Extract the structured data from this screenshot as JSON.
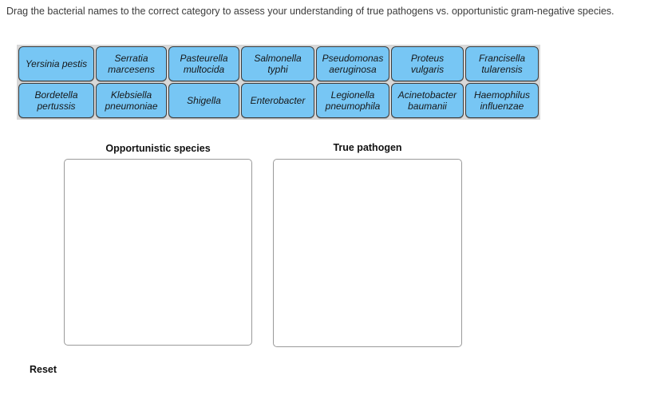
{
  "prompt": {
    "text": "Drag the bacterial names to the correct category to assess your understanding of true pathogens vs. opportunistic gram-negative species."
  },
  "tile_bank": {
    "rows": [
      {
        "tiles": [
          {
            "label": "Yersinia pestis"
          },
          {
            "label": "Serratia marcesens"
          },
          {
            "label": "Pasteurella multocida"
          },
          {
            "label": "Salmonella typhi"
          },
          {
            "label": "Pseudomonas aeruginosa"
          },
          {
            "label": "Proteus vulgaris"
          },
          {
            "label": "Francisella tularensis"
          }
        ]
      },
      {
        "tiles": [
          {
            "label": "Bordetella pertussis"
          },
          {
            "label": "Klebsiella pneumoniae"
          },
          {
            "label": "Shigella"
          },
          {
            "label": "Enterobacter"
          },
          {
            "label": "Legionella pneumophila"
          },
          {
            "label": "Acinetobacter baumanii"
          },
          {
            "label": "Haemophilus influenzae"
          }
        ]
      }
    ]
  },
  "categories": [
    {
      "heading": "Opportunistic species",
      "items": []
    },
    {
      "heading": "True pathogen",
      "items": []
    }
  ],
  "controls": {
    "reset_label": "Reset"
  },
  "colors": {
    "tile_fill": "#77c6f4",
    "tile_border": "#3d3d3d",
    "bank_background": "#d8d8d8",
    "dropzone_border": "#9a9a9a",
    "page_background": "#ffffff",
    "text": "#16181a"
  }
}
